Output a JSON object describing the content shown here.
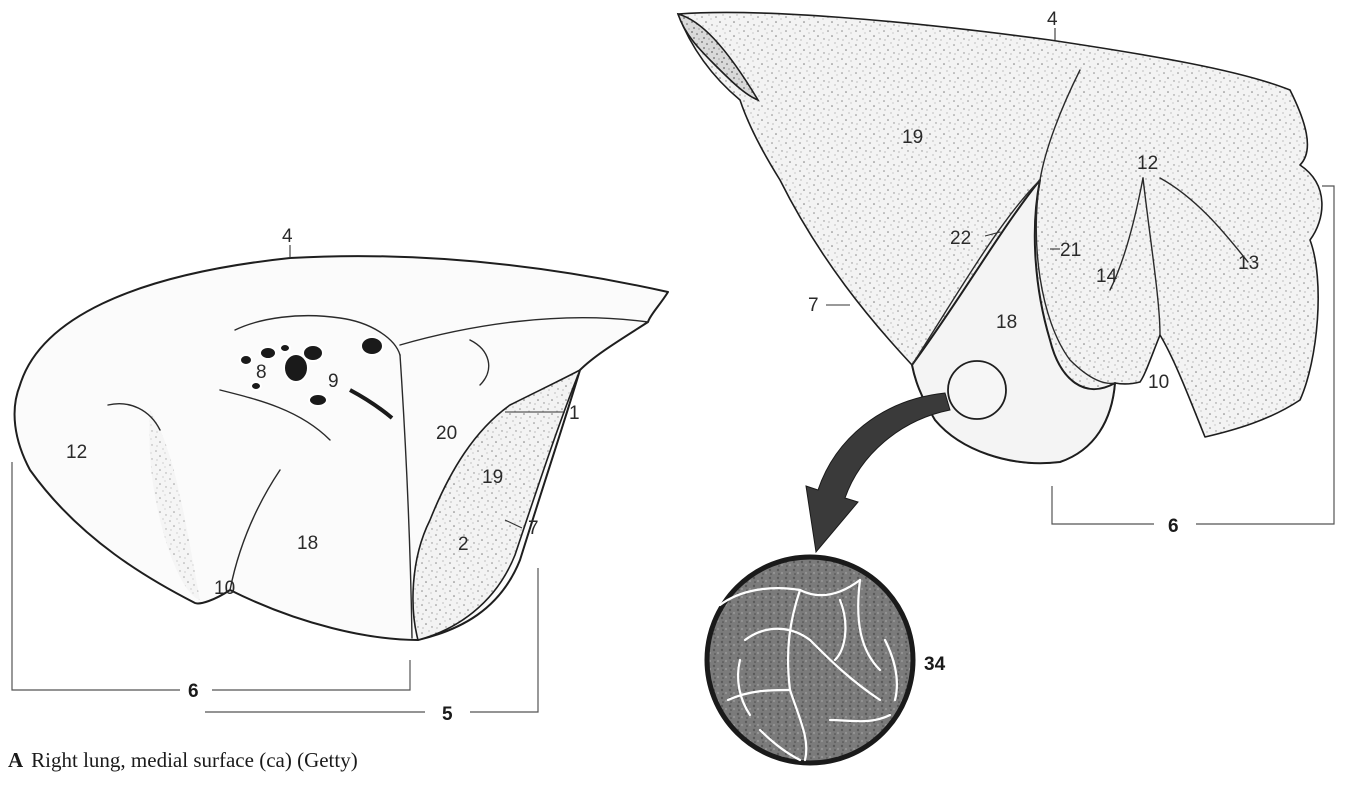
{
  "caption": {
    "letter": "A",
    "text": "Right lung, medial surface (ca) (Getty)"
  },
  "left_lung": {
    "labels": {
      "l4": "4",
      "l8": "8",
      "l9": "9",
      "l1": "1",
      "l20": "20",
      "l12": "12",
      "l19": "19",
      "l7": "7",
      "l18": "18",
      "l2": "2",
      "l10": "10",
      "l6": "6",
      "l5": "5"
    }
  },
  "right_lung": {
    "labels": {
      "r4": "4",
      "r19": "19",
      "r12": "12",
      "r22": "22",
      "r21": "21",
      "r13": "13",
      "r14": "14",
      "r7": "7",
      "r18": "18",
      "r10": "10",
      "r6": "6"
    }
  },
  "inset": {
    "label": "34"
  }
}
